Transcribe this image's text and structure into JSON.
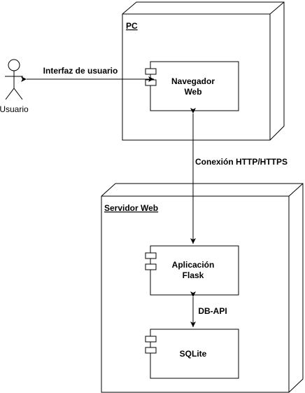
{
  "actor": {
    "label": "Usuario"
  },
  "nodes": {
    "pc": {
      "title": "PC"
    },
    "server": {
      "title": "Servidor Web"
    }
  },
  "components": {
    "browser": {
      "line1": "Navegador",
      "line2": "Web"
    },
    "flask": {
      "line1": "Aplicación",
      "line2": "Flask"
    },
    "sqlite": {
      "line1": "SQLite"
    }
  },
  "connections": {
    "user_browser": "Interfaz de usuario",
    "browser_flask": "Conexión HTTP/HTTPS",
    "flask_sqlite": "DB-API"
  }
}
